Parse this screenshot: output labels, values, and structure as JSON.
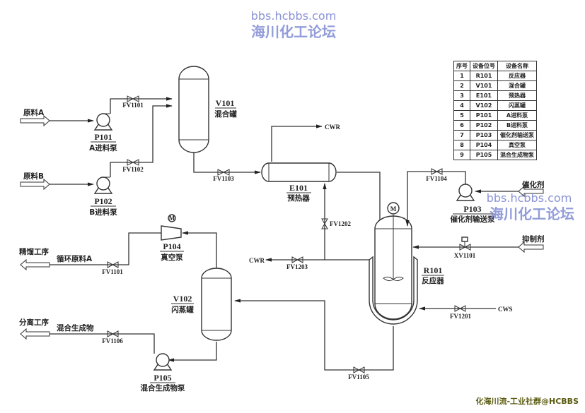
{
  "watermarks": {
    "top_url": "bbs.hcbbs.com",
    "top_name": "海川化工论坛",
    "mid_url": "bbs.hcbbs.com",
    "mid_name": "海川化工论坛",
    "footer": "化海川流-工业社群@HCBBS"
  },
  "equipment_table": {
    "headers": [
      "序号",
      "设备位号",
      "设备名称"
    ],
    "rows": [
      [
        "1",
        "R101",
        "反应器"
      ],
      [
        "2",
        "V101",
        "混合罐"
      ],
      [
        "3",
        "E101",
        "预热器"
      ],
      [
        "4",
        "V102",
        "闪蒸罐"
      ],
      [
        "5",
        "P101",
        "A进料泵"
      ],
      [
        "6",
        "P102",
        "B进料泵"
      ],
      [
        "7",
        "P103",
        "催化剂输送泵"
      ],
      [
        "8",
        "P104",
        "真空泵"
      ],
      [
        "9",
        "P105",
        "混合生成物泵"
      ]
    ]
  },
  "streams": {
    "feed_a": "原料A",
    "feed_b": "原料B",
    "catalyst": "催化剂",
    "inhibitor": "抑制剂",
    "distillation": "精馏工序",
    "recycle_a": "循环原料A",
    "separation": "分离工序",
    "mixed_product": "混合生成物",
    "cwr_top": "CWR",
    "cwr_left": "CWR",
    "cws": "CWS"
  },
  "equipment": {
    "p101": {
      "id": "P101",
      "name": "A进料泵"
    },
    "p102": {
      "id": "P102",
      "name": "B进料泵"
    },
    "v101": {
      "id": "V101",
      "name": "混合罐"
    },
    "e101": {
      "id": "E101",
      "name": "预热器"
    },
    "p103": {
      "id": "P103",
      "name": "催化剂输送泵"
    },
    "p104": {
      "id": "P104",
      "name": "真空泵"
    },
    "v102": {
      "id": "V102",
      "name": "闪蒸罐"
    },
    "r101": {
      "id": "R101",
      "name": "反应器"
    },
    "p105": {
      "id": "P105",
      "name": "混合生成物泵"
    },
    "motor_symbol": "M"
  },
  "valves": {
    "fv1101": "FV1101",
    "fv1102": "FV1102",
    "fv1103": "FV1103",
    "fv1104": "FV1104",
    "fv1101b": "FV1101",
    "fv1202": "FV1202",
    "fv1203": "FV1203",
    "xv1101": "XV1101",
    "fv1201": "FV1201",
    "fv1106": "FV1106",
    "fv1105": "FV1105"
  }
}
